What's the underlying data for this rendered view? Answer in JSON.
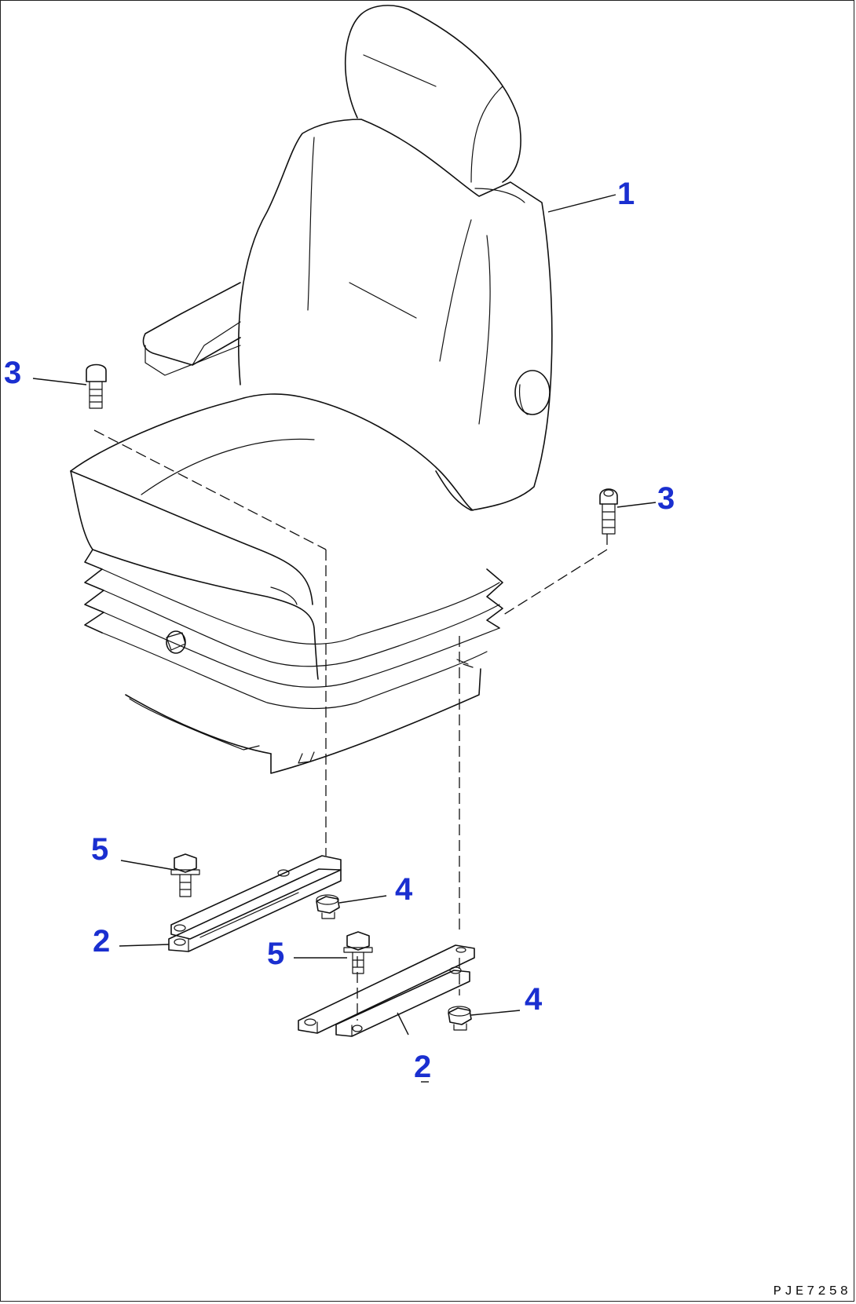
{
  "callouts": {
    "seat": "1",
    "bracket_left": "2",
    "bracket_right": "2",
    "bolt_left": "3",
    "bolt_right": "3",
    "nut_left": "4",
    "nut_right": "4",
    "bolt5_left": "5",
    "bolt5_right": "5"
  },
  "drawing_code": "PJE7258",
  "colors": {
    "callout": "#1a2fd0",
    "line": "#111111"
  }
}
